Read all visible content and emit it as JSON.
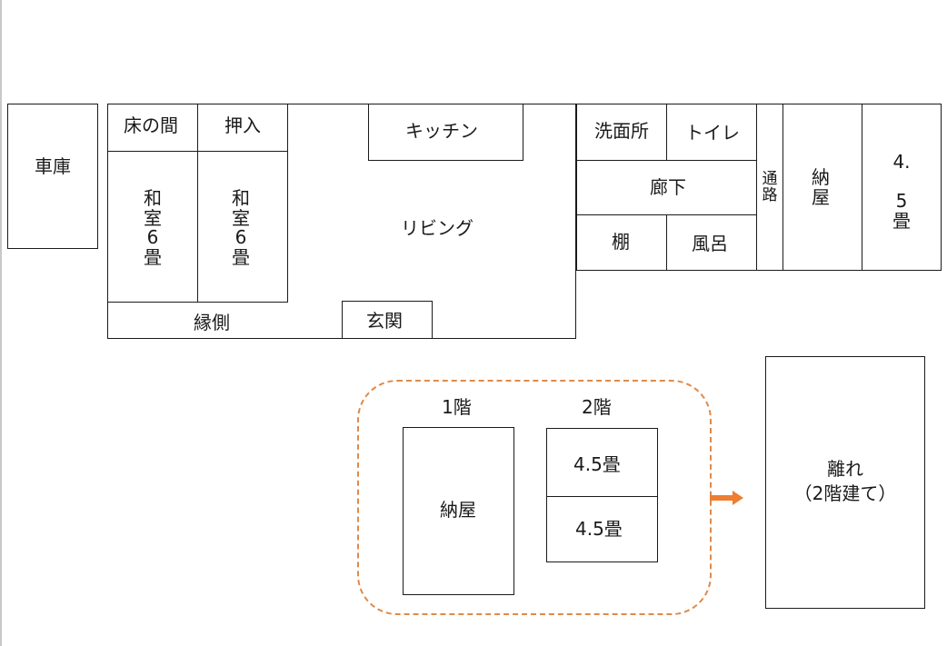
{
  "main_house": {
    "garage": "車庫",
    "tokonoma": "床の間",
    "oshiire": "押入",
    "washitsu_left": "和\n室\n6\n畳",
    "washitsu_right": "和\n室\n6\n畳",
    "engawa": "縁側",
    "genkan": "玄関",
    "living": "リビング",
    "kitchen": "キッチン",
    "senmenjo": "洗面所",
    "toilet": "トイレ",
    "rouka": "廊下",
    "tana": "棚",
    "furo": "風呂",
    "tsuuro": "通\n路",
    "naya": "納\n屋",
    "tatami45": "4.\n\n5\n畳"
  },
  "annex_detail": {
    "floor1_label": "1階",
    "floor2_label": "2階",
    "naya": "納屋",
    "room_upper": "4.5畳",
    "room_lower": "4.5畳"
  },
  "annex": {
    "label_line1": "離れ",
    "label_line2": "（2階建て）"
  },
  "colors": {
    "line": "#1a1a1a",
    "dashed_frame": "#e08a4a",
    "arrow": "#ed7d31"
  }
}
